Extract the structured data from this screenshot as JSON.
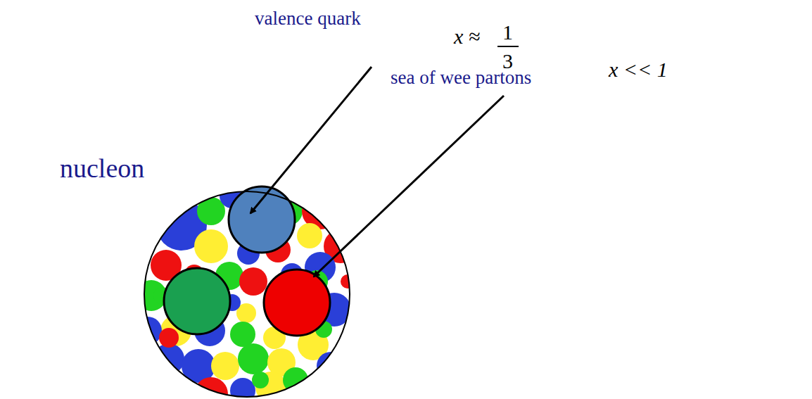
{
  "diagram": {
    "nodes": [
      {
        "text": [
          "nucleon"
        ]
      }
    ],
    "labels": [
      "valence quark",
      "x ≈",
      "1",
      "3",
      "sea of wee partons",
      "x << 1"
    ]
  }
}
